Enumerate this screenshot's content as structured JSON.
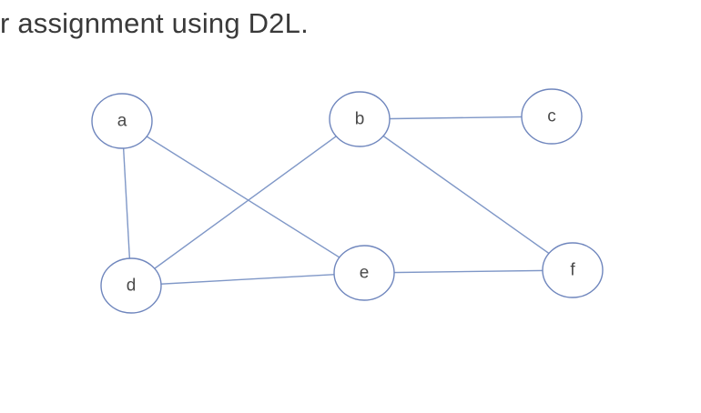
{
  "instruction_text": "r assignment using D2L.",
  "graph": {
    "nodes": [
      {
        "id": "a",
        "label": "a"
      },
      {
        "id": "b",
        "label": "b"
      },
      {
        "id": "c",
        "label": "c"
      },
      {
        "id": "d",
        "label": "d"
      },
      {
        "id": "e",
        "label": "e"
      },
      {
        "id": "f",
        "label": "f"
      }
    ],
    "edges": [
      {
        "from": "a",
        "to": "d"
      },
      {
        "from": "a",
        "to": "e"
      },
      {
        "from": "b",
        "to": "c"
      },
      {
        "from": "b",
        "to": "d"
      },
      {
        "from": "b",
        "to": "f"
      },
      {
        "from": "d",
        "to": "e"
      },
      {
        "from": "e",
        "to": "f"
      }
    ],
    "colors": {
      "edge": "#7f97c7",
      "node_border": "#6f86bd",
      "node_fill": "#ffffff",
      "label": "#4a4a4a"
    }
  }
}
